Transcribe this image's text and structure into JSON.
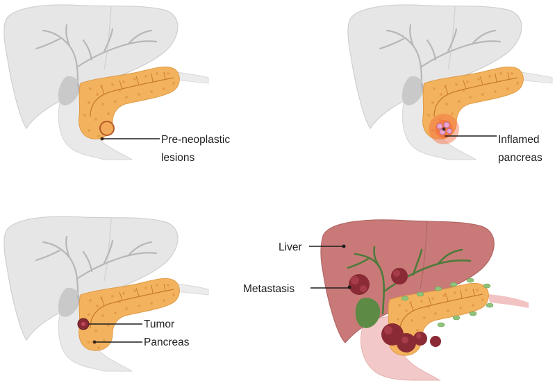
{
  "panels": [
    {
      "id": "pre-neoplastic",
      "labels": [
        "Pre-neoplastic",
        "lesions"
      ]
    },
    {
      "id": "inflamed",
      "labels": [
        "Inflamed",
        "pancreas"
      ]
    },
    {
      "id": "tumor",
      "labels": [
        "Tumor",
        "Pancreas"
      ]
    },
    {
      "id": "metastasis",
      "labels": [
        "Liver",
        "Metastasis"
      ]
    }
  ],
  "colors": {
    "organ_gray": "#e6e6e6",
    "organ_gray_outline": "#cfcfcf",
    "vessel_gray": "#b7b7b7",
    "gallbladder_gray": "#c9c9c9",
    "pancreas": "#f3b35e",
    "pancreas_dots": "#e2953f",
    "pancreas_duct": "#c8792f",
    "liver_pink": "#c97a78",
    "liver_pink_light": "#d79290",
    "bile_green": "#4d7a3b",
    "gallbladder_green": "#5d8a44",
    "tumor_maroon": "#8a2a35",
    "inflammation": "#f36a3f",
    "lymph_green": "#8fc37a"
  }
}
